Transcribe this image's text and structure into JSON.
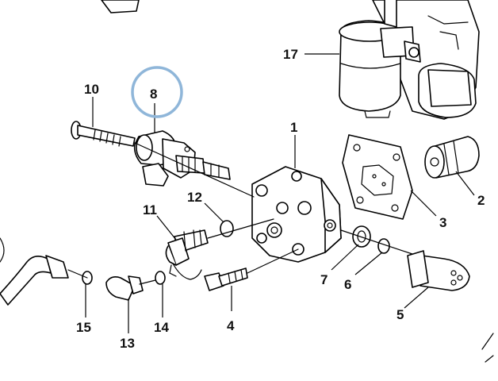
{
  "callouts": [
    {
      "id": "c1",
      "label": "1"
    },
    {
      "id": "c2",
      "label": "2"
    },
    {
      "id": "c3",
      "label": "3"
    },
    {
      "id": "c4",
      "label": "4"
    },
    {
      "id": "c5",
      "label": "5"
    },
    {
      "id": "c6",
      "label": "6"
    },
    {
      "id": "c7",
      "label": "7"
    },
    {
      "id": "c8",
      "label": "8"
    },
    {
      "id": "c10",
      "label": "10"
    },
    {
      "id": "c11",
      "label": "11"
    },
    {
      "id": "c12",
      "label": "12"
    },
    {
      "id": "c13",
      "label": "13"
    },
    {
      "id": "c14",
      "label": "14"
    },
    {
      "id": "c15",
      "label": "15"
    },
    {
      "id": "c17",
      "label": "17"
    }
  ],
  "highlighted_callout": "8",
  "colors": {
    "line": "#000000",
    "highlight_ring": "#8fb6d9",
    "background": "#ffffff"
  }
}
